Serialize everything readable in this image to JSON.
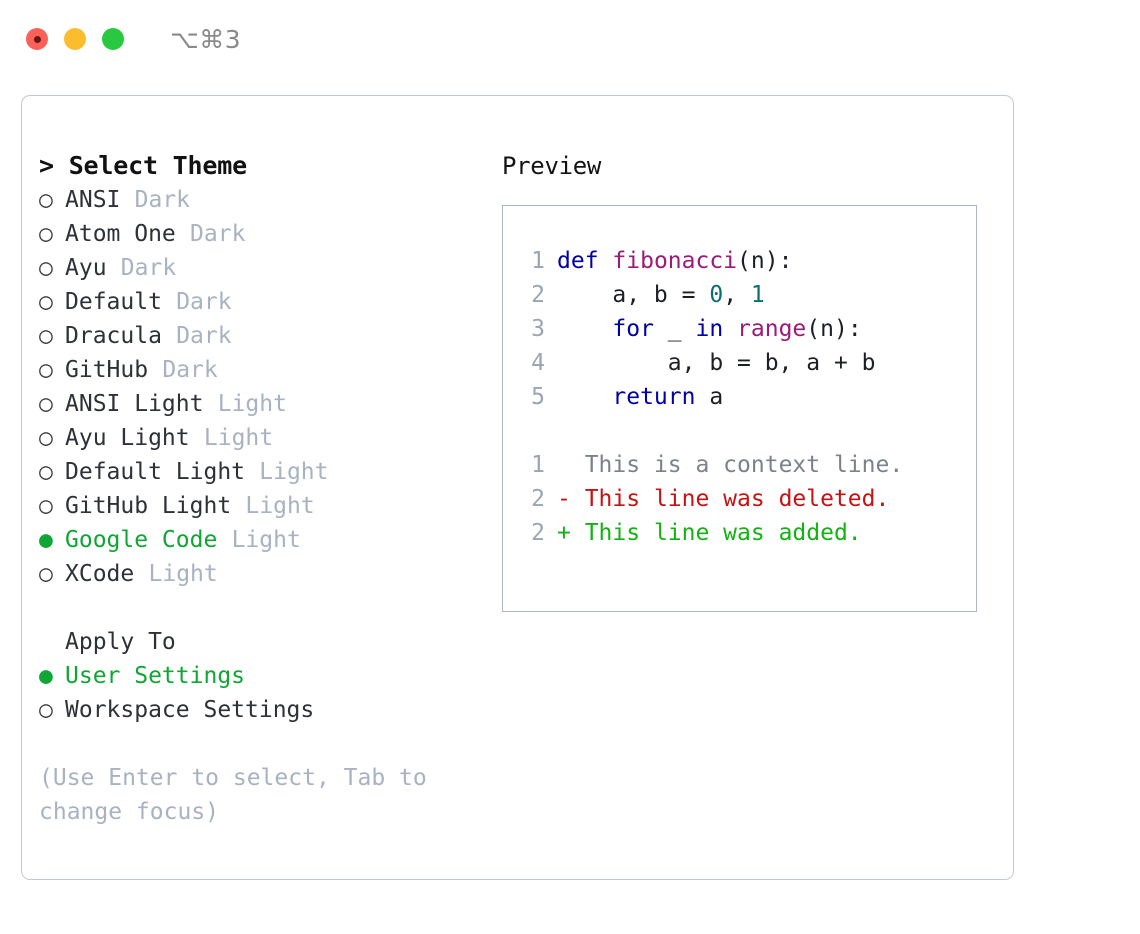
{
  "titlebar": {
    "lights": [
      "close",
      "minimize",
      "zoom"
    ],
    "shortcut": "⌥⌘3"
  },
  "theme_list": {
    "header": "> Select Theme",
    "items": [
      {
        "bullet": "○",
        "name": "ANSI",
        "kind": "Dark",
        "selected": false
      },
      {
        "bullet": "○",
        "name": "Atom One",
        "kind": "Dark",
        "selected": false
      },
      {
        "bullet": "○",
        "name": "Ayu",
        "kind": "Dark",
        "selected": false
      },
      {
        "bullet": "○",
        "name": "Default",
        "kind": "Dark",
        "selected": false
      },
      {
        "bullet": "○",
        "name": "Dracula",
        "kind": "Dark",
        "selected": false
      },
      {
        "bullet": "○",
        "name": "GitHub",
        "kind": "Dark",
        "selected": false
      },
      {
        "bullet": "○",
        "name": "ANSI Light",
        "kind": "Light",
        "selected": false
      },
      {
        "bullet": "○",
        "name": "Ayu Light",
        "kind": "Light",
        "selected": false
      },
      {
        "bullet": "○",
        "name": "Default Light",
        "kind": "Light",
        "selected": false
      },
      {
        "bullet": "○",
        "name": "GitHub Light",
        "kind": "Light",
        "selected": false
      },
      {
        "bullet": "●",
        "name": "Google Code",
        "kind": "Light",
        "selected": true
      },
      {
        "bullet": "○",
        "name": "XCode",
        "kind": "Light",
        "selected": false
      }
    ]
  },
  "apply_to": {
    "header": "Apply To",
    "items": [
      {
        "bullet": "●",
        "name": "User Settings",
        "selected": true
      },
      {
        "bullet": "○",
        "name": "Workspace Settings",
        "selected": false
      }
    ]
  },
  "hint": "(Use Enter to select, Tab to change focus)",
  "preview": {
    "title": "Preview",
    "code_lines": [
      {
        "number": "1",
        "tokens": [
          {
            "t": "def",
            "c": "kw"
          },
          {
            "t": " ",
            "c": "pun"
          },
          {
            "t": "fibonacci",
            "c": "fn"
          },
          {
            "t": "(n):",
            "c": "pun"
          }
        ]
      },
      {
        "number": "2",
        "tokens": [
          {
            "t": "    a, b = ",
            "c": "var"
          },
          {
            "t": "0",
            "c": "num"
          },
          {
            "t": ", ",
            "c": "pun"
          },
          {
            "t": "1",
            "c": "num"
          }
        ]
      },
      {
        "number": "3",
        "tokens": [
          {
            "t": "    ",
            "c": "pun"
          },
          {
            "t": "for",
            "c": "kw"
          },
          {
            "t": " _ ",
            "c": "var"
          },
          {
            "t": "in",
            "c": "kw"
          },
          {
            "t": " ",
            "c": "pun"
          },
          {
            "t": "range",
            "c": "fn"
          },
          {
            "t": "(n):",
            "c": "pun"
          }
        ]
      },
      {
        "number": "4",
        "tokens": [
          {
            "t": "        a, b = b, a + b",
            "c": "var"
          }
        ]
      },
      {
        "number": "5",
        "tokens": [
          {
            "t": "    ",
            "c": "pun"
          },
          {
            "t": "return",
            "c": "kw"
          },
          {
            "t": " a",
            "c": "var"
          }
        ]
      }
    ],
    "diff_lines": [
      {
        "number": "1",
        "marker": " ",
        "text": " This is a context line.",
        "kind": "ctx"
      },
      {
        "number": "2",
        "marker": "-",
        "text": " This line was deleted.",
        "kind": "del"
      },
      {
        "number": "2",
        "marker": "+",
        "text": " This line was added.",
        "kind": "add"
      }
    ]
  },
  "colors": {
    "accent_green": "#10a636",
    "muted": "#a8b2c1",
    "keyword": "#0000a8",
    "function": "#9c1a7a",
    "number": "#0b6e70",
    "diff_add": "#12b312",
    "diff_del": "#c51313",
    "panel_border": "#c3c9d4",
    "preview_border": "#aeb7c7"
  }
}
